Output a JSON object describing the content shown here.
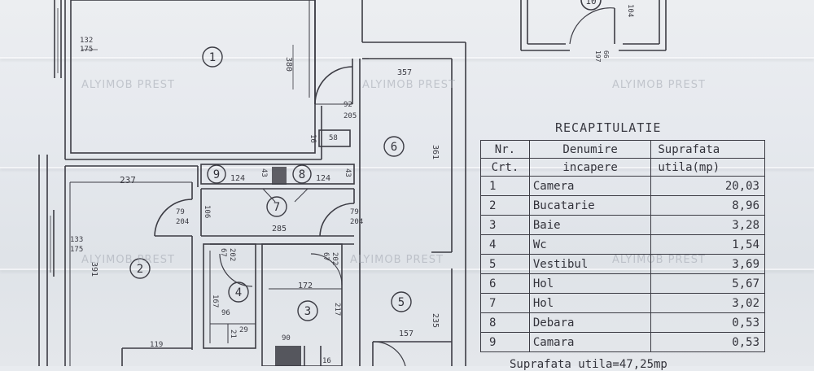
{
  "plan": {
    "room_numbers": [
      "1",
      "2",
      "3",
      "4",
      "5",
      "6",
      "7",
      "8",
      "9",
      "10"
    ],
    "dimensions": {
      "r1_width": "380",
      "window1_a": "132",
      "window1_b": "175",
      "hol_top": "357",
      "door_entry_a": "92",
      "door_entry_b": "205",
      "wall_16": "16",
      "wall_58": "58",
      "hol_depth": "361",
      "r2_width": "237",
      "window2_a": "133",
      "window2_b": "175",
      "r2_depth": "391",
      "nine_w": "124",
      "eight_w": "124",
      "small_43a": "43",
      "small_43b": "43",
      "door_r2_a": "79",
      "door_r2_b": "204",
      "door_hol_a": "79",
      "door_hol_b": "204",
      "r7_h": "106",
      "r7_w": "285",
      "door_wc_a": "67",
      "door_wc_b": "202",
      "door_bath_a": "67",
      "door_bath_b": "202",
      "bath_w": "172",
      "bath_h": "217",
      "wc_h": "167",
      "wc_w": "96",
      "small_21": "21",
      "small_29": "29",
      "r2_bottom": "119",
      "bath_bottom": "90",
      "r5_w": "157",
      "r5_h": "235",
      "r5_small": "16",
      "r10_h": "104",
      "r10_door_a": "66",
      "r10_door_b": "197"
    }
  },
  "recap": {
    "title": "RECAPITULATIE",
    "headers": {
      "col1": [
        "Nr.",
        "Crt."
      ],
      "col2": [
        "Denumire",
        "incapere"
      ],
      "col3": [
        "Suprafata",
        "utila(mp)"
      ]
    },
    "rows": [
      {
        "nr": "1",
        "name": "Camera",
        "area": "20,03"
      },
      {
        "nr": "2",
        "name": "Bucatarie",
        "area": "8,96"
      },
      {
        "nr": "3",
        "name": "Baie",
        "area": "3,28"
      },
      {
        "nr": "4",
        "name": "Wc",
        "area": "1,54"
      },
      {
        "nr": "5",
        "name": "Vestibul",
        "area": "3,69"
      },
      {
        "nr": "6",
        "name": "Hol",
        "area": "5,67"
      },
      {
        "nr": "7",
        "name": "Hol",
        "area": "3,02"
      },
      {
        "nr": "8",
        "name": "Debara",
        "area": "0,53"
      },
      {
        "nr": "9",
        "name": "Camara",
        "area": "0,53"
      }
    ],
    "total": "Suprafata utila=47,25mp"
  },
  "watermark": "ALYIMOB PREST",
  "colors": {
    "ink": "#3c3c44",
    "paper": "#e8ebef"
  }
}
